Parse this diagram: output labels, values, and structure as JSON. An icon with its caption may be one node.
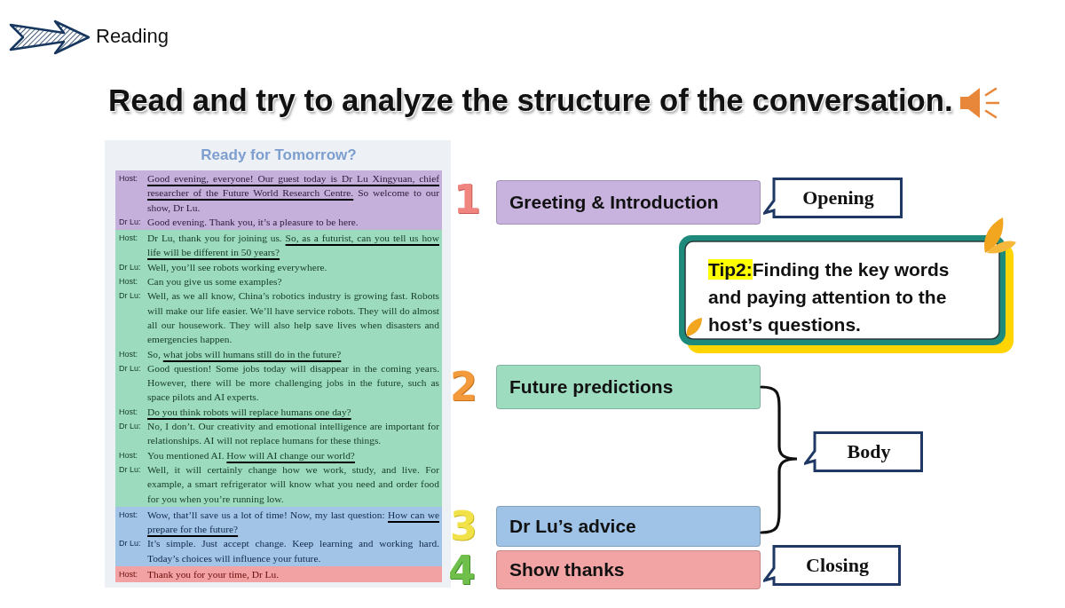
{
  "diagram": {
    "title": "Read and try to analyze the structure of the conversation.",
    "nodes": [
      {
        "text": [
          "Ready for Tomorrow?"
        ]
      },
      {
        "text": [
          "Host:",
          "Good evening, everyone! Our guest today is Dr Lu Xingyuan, chief researcher of the Future World Research Centre.",
          "So welcome to our show, Dr Lu.",
          "Dr Lu:",
          "Good evening. Thank you, it’s a pleasure to be here."
        ],
        "in": 0
      },
      {
        "text": [
          "Host:",
          "Dr Lu, thank you for joining us.",
          "So, as a futurist, can you tell us how life will be different in 50 years?",
          "Dr Lu:",
          "Well, you’ll see robots working everywhere.",
          "Host:",
          "Can you give us some examples?",
          "Dr Lu:",
          "Well, as we all know, China’s robotics industry is growing fast. Robots will make our life easier. We’ll have service robots. They will do almost all our housework. They will also help save lives when disasters and emergencies happen.",
          "Host:",
          "So,",
          "what jobs will humans still do in the future?",
          "Dr Lu:",
          "Good question! Some jobs today will disappear in the coming years. However, there will be more challenging jobs in the future, such as space pilots and AI experts.",
          "Host:",
          "Do you think robots will replace humans one day?",
          "Dr Lu:",
          "No, I don’t. Our creativity and emotional intelligence are important for relationships. AI will not replace humans for these things.",
          "Host:",
          "You mentioned AI.",
          "How will AI change our world?",
          "Dr Lu:",
          "Well, it will certainly change how we work, study, and live. For example, a smart refrigerator will know what you need and order food for you when you’re running low."
        ],
        "in": 0
      },
      {
        "text": [
          "Host:",
          "Wow, that’ll save us a lot of time! Now, my last question:",
          "How can we prepare for the future?",
          "Dr Lu:",
          "It’s simple. Just accept change. Keep learning and working hard. Today’s choices will influence your future."
        ],
        "in": 0
      },
      {
        "text": [
          "Host:",
          "Thank you for your time, Dr Lu."
        ],
        "in": 0
      },
      {
        "text": [
          "Greeting & Introduction"
        ],
        "beside": [
          "1"
        ]
      },
      {
        "text": [
          "Opening"
        ]
      },
      {
        "text": [
          "Tip2:",
          "Finding the key words and paying attention to the host’s questions."
        ]
      },
      {
        "text": [
          "Future predictions"
        ],
        "beside": [
          "2"
        ]
      },
      {
        "text": [
          "Body"
        ]
      },
      {
        "text": [
          "Dr Lu’s advice"
        ],
        "beside": [
          "3"
        ]
      },
      {
        "text": [
          "Show thanks"
        ],
        "beside": [
          "4"
        ]
      },
      {
        "text": [
          "Closing"
        ]
      }
    ],
    "labels": [
      "Reading"
    ]
  }
}
